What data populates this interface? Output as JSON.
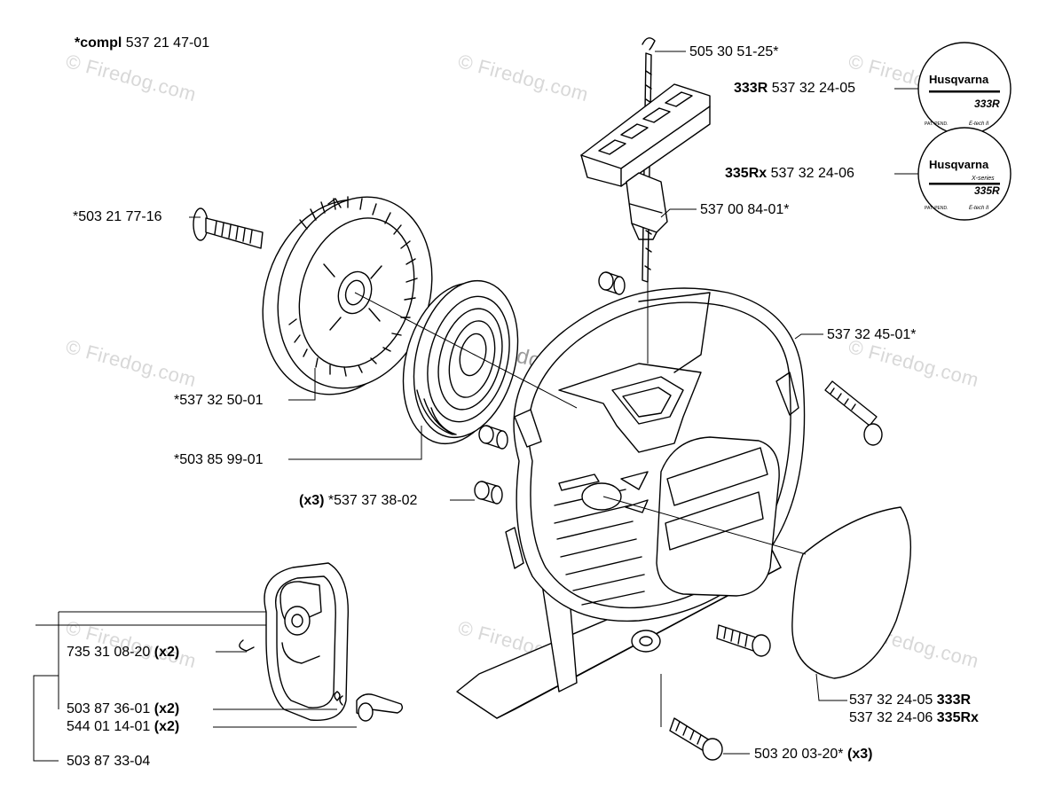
{
  "watermark": "© Firedog.com",
  "labels": {
    "compl_prefix": "*compl",
    "compl_num": "537 21 47-01",
    "cord": "505 30 51-25*",
    "decal_333_model": "333R",
    "decal_333_num": "537 32 24-05",
    "decal_335_model": "335Rx",
    "decal_335_num": "537 32 24-06",
    "handle": "537 00 84-01*",
    "screw_top_left": "*503 21 77-16",
    "housing": "537 32 45-01*",
    "pulley": "*537 32 50-01",
    "spring": "*503 85 99-01",
    "bushing_qty": "(x3)",
    "bushing_num": "*537 37 38-02",
    "pawl_spring_num": "735 31 08-20",
    "pawl_spring_qty": "(x2)",
    "pawl_num": "503 87 36-01",
    "pawl_qty": "(x2)",
    "pawl_washer_num": "544 01 14-01",
    "pawl_washer_qty": "(x2)",
    "flywheel_kit": "503 87 33-04",
    "window_333_num": "537 32 24-05",
    "window_333_model": "333R",
    "window_335_num": "537 32 24-06",
    "window_335_model": "335Rx",
    "bottom_screw_num": "503 20 03-20*",
    "bottom_screw_qty": "(x3)"
  },
  "decals": {
    "brand": "Husqvarna",
    "model_333": "333R",
    "model_335": "335R",
    "series": "X-series",
    "footer_left": "PAT. PEND.",
    "footer_right": "E-tech II"
  }
}
